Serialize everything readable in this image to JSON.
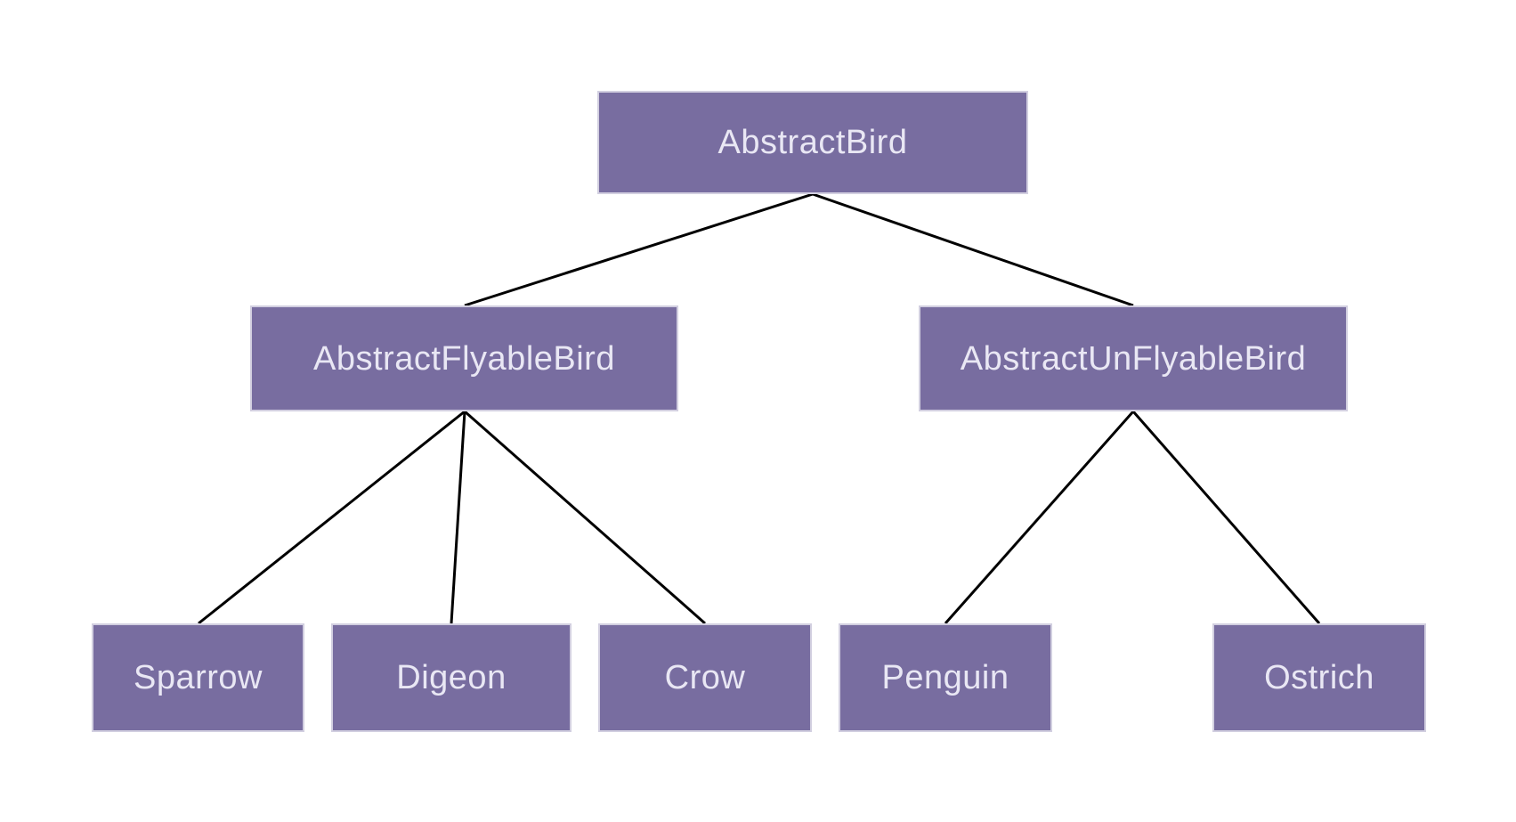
{
  "diagram": {
    "type": "tree-hierarchy",
    "nodes": [
      {
        "id": "abstract-bird",
        "label": "AbstractBird"
      },
      {
        "id": "abstract-flyable-bird",
        "label": "AbstractFlyableBird"
      },
      {
        "id": "abstract-unflyable-bird",
        "label": "AbstractUnFlyableBird"
      },
      {
        "id": "sparrow",
        "label": "Sparrow"
      },
      {
        "id": "digeon",
        "label": "Digeon"
      },
      {
        "id": "crow",
        "label": "Crow"
      },
      {
        "id": "penguin",
        "label": "Penguin"
      },
      {
        "id": "ostrich",
        "label": "Ostrich"
      }
    ],
    "edges": [
      {
        "from": "AbstractBird",
        "to": "AbstractFlyableBird"
      },
      {
        "from": "AbstractBird",
        "to": "AbstractUnFlyableBird"
      },
      {
        "from": "AbstractFlyableBird",
        "to": "Sparrow"
      },
      {
        "from": "AbstractFlyableBird",
        "to": "Digeon"
      },
      {
        "from": "AbstractFlyableBird",
        "to": "Crow"
      },
      {
        "from": "AbstractUnFlyableBird",
        "to": "Penguin"
      },
      {
        "from": "AbstractUnFlyableBird",
        "to": "Ostrich"
      }
    ],
    "colors": {
      "background": "#ffffff",
      "node_fill": "#786da0",
      "node_border": "#d2cfe0",
      "node_text": "#e9e7f4",
      "edge_stroke": "#000000"
    }
  }
}
